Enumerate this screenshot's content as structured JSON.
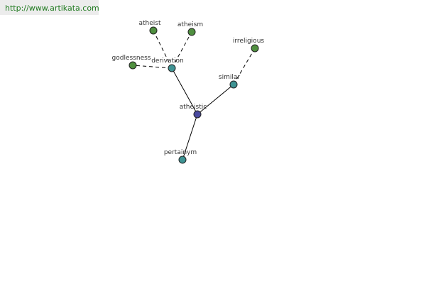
{
  "source": {
    "url_text": "http://www.artikata.com"
  },
  "graph": {
    "center": "atheistic",
    "relations": {
      "derivation": "derivation",
      "similar": "similar",
      "pertainym": "pertainym"
    },
    "terms": {
      "atheist": "atheist",
      "atheism": "atheism",
      "godlessness": "godlessness",
      "irreligious": "irreligious"
    },
    "colors": {
      "center": "#4a4aa0",
      "relation": "#3f9494",
      "term": "#4f8f3f",
      "edge": "#000000",
      "banner": "#ececec",
      "link": "#1f7a1f"
    }
  }
}
